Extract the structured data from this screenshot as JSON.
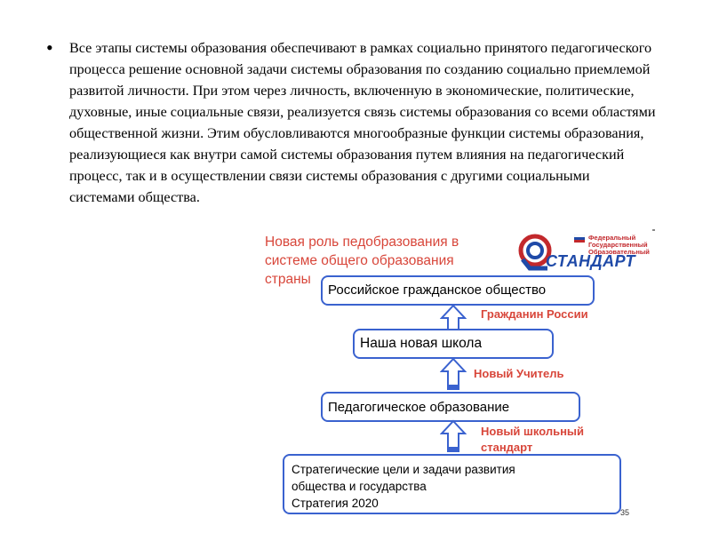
{
  "bullet": {
    "marker": "•",
    "text": "Все этапы системы образования обеспечивают в рамках социально принятого педагогического процесса решение основной задачи системы образования по созданию социально приемлемой развитой личности. При этом через личность, включенную в экономические, политические, духовные, иные социальные связи, реализуется связь системы образования со всеми областями общественной жизни. Этим обусловливаются многообразные функции системы образования, реализующиеся как внутри самой системы образования путем влияния на педагогический процесс, так и в осуществлении связи системы образования с другими социальными системами общества."
  },
  "diagram": {
    "title": "Новая роль педобразования в системе общего образования страны",
    "logo": {
      "small_text": "Федеральный Государственный Образовательный",
      "big_text": "СТАНДАРТ"
    },
    "boxes": {
      "society": "Российское  гражданское общество",
      "school": "Наша новая школа",
      "ped_education": "Педагогическое образование",
      "strategy_line1": "Стратегические  цели и задачи развития",
      "strategy_line2": "общества и государства",
      "strategy_line3": "Стратегия 2020"
    },
    "labels": {
      "citizen": "Гражданин России",
      "teacher": "Новый Учитель",
      "standard": "Новый школьный стандарт"
    }
  },
  "page_number": "35",
  "colors": {
    "title_red": "#d8463a",
    "box_border": "#3a62cf",
    "logo_blue": "#1f4aa8",
    "logo_red": "#c2282c"
  }
}
